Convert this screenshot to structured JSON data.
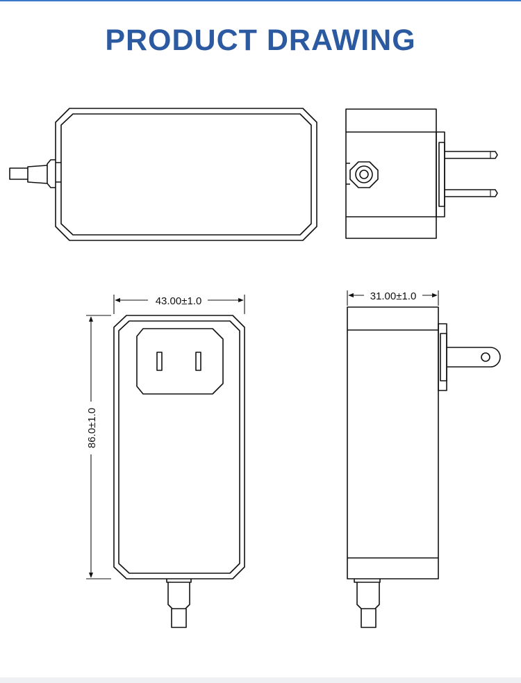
{
  "header": {
    "title": "PRODUCT DRAWING",
    "title_color": "#2c5aa0",
    "rule_color": "#3c77c9"
  },
  "dimensions": {
    "width": "43.00±1.0",
    "height": "86.0±1.0",
    "depth": "31.00±1.0"
  }
}
